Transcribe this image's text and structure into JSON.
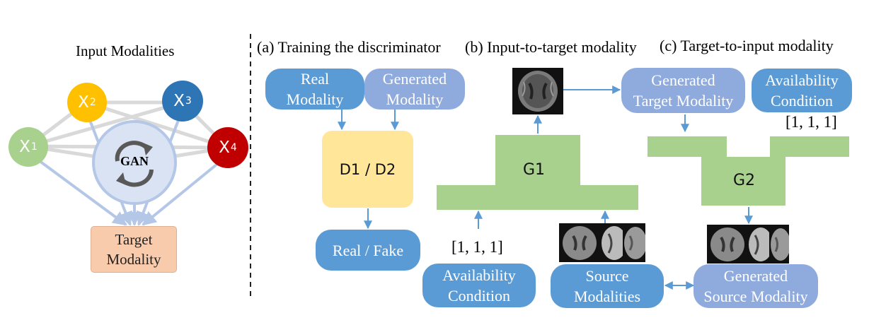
{
  "left_panel": {
    "title": "Input Modalities",
    "gan_label": "GAN",
    "target_label_line1": "Target",
    "target_label_line2": "Modality",
    "nodes": [
      {
        "label": "X",
        "sub": "1",
        "color": "#a9d18e"
      },
      {
        "label": "X",
        "sub": "2",
        "color": "#ffc000"
      },
      {
        "label": "X",
        "sub": "3",
        "color": "#2e75b6"
      },
      {
        "label": "X",
        "sub": "4",
        "color": "#c00000"
      }
    ]
  },
  "section_a": {
    "heading": "(a) Training the discriminator",
    "real_modality_l1": "Real",
    "real_modality_l2": "Modality",
    "generated_modality_l1": "Generated",
    "generated_modality_l2": "Modality",
    "discriminator": "D1 / D2",
    "output": "Real / Fake"
  },
  "section_b": {
    "heading": "(b) Input-to-target modality",
    "generator": "G1",
    "condition_vector": "[1, 1, 1]",
    "availability_l1": "Availability",
    "availability_l2": "Condition",
    "source_l1": "Source",
    "source_l2": "Modalities"
  },
  "section_c": {
    "heading": "(c) Target-to-input modality",
    "generated_target_l1": "Generated",
    "generated_target_l2": "Target Modality",
    "availability_l1": "Availability",
    "availability_l2": "Condition",
    "condition_vector": "[1, 1, 1]",
    "generator": "G2",
    "generated_source_l1": "Generated",
    "generated_source_l2": "Source Modality"
  },
  "colors": {
    "pill_dark": "#5b9bd5",
    "pill_light": "#8faadc",
    "generator_green": "#a9d18e",
    "discriminator_yellow": "#ffe699",
    "target_orange": "#f8cbad",
    "arrow_blue": "#5b9bd5"
  }
}
